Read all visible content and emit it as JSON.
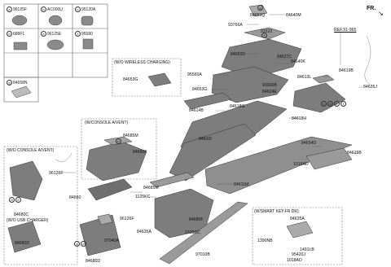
{
  "direction": "FR.",
  "ref_label": "REF.91-965",
  "legend_cells": [
    {
      "letter": "a",
      "code": "96125F"
    },
    {
      "letter": "b",
      "code": "AC000U"
    },
    {
      "letter": "c",
      "code": "95120A"
    },
    {
      "letter": "d",
      "code": "688F1"
    },
    {
      "letter": "e",
      "code": "96125E"
    },
    {
      "letter": "f",
      "code": "95580"
    },
    {
      "letter": "g",
      "code": "84658N"
    }
  ],
  "sections": {
    "wireless": "(W/O WIRELESS CHARGING)",
    "console_vent": "(W/CONSOLE A/VENT)",
    "wo_console_vent": "(W/O CONSOLE A/VENT)",
    "wo_usb": "(W/O USB CHARGER)",
    "smart_key": "(W/SMART KEY-FR DR)"
  },
  "callout_letters": [
    "a",
    "b",
    "c",
    "d",
    "e",
    "f",
    "g"
  ],
  "labels": [
    "84653Q",
    "84640M",
    "93766A",
    "91632",
    "84650D",
    "84627C",
    "84640K",
    "95560A",
    "84653G",
    "84653G",
    "93300B",
    "84624E",
    "84613L",
    "84619B",
    "84635J",
    "84614B",
    "84618G",
    "84618H",
    "84685M",
    "84680F",
    "84610I",
    "84654D",
    "84615B",
    "1018AD",
    "84611M",
    "96126F",
    "84680C",
    "84660",
    "84685M",
    "1125KC",
    "96126F",
    "84680F",
    "97040A",
    "84635A",
    "1339CC",
    "84680D",
    "97010B",
    "84680D",
    "84635A",
    "1390NB",
    "1491LB",
    "95420J",
    "1018AD"
  ]
}
